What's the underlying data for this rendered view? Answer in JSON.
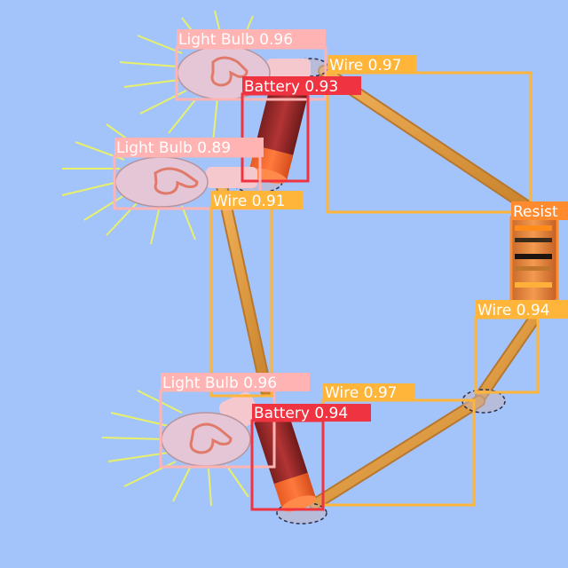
{
  "detections": [
    {
      "id": "bulb-top",
      "label": "Light Bulb 0.96",
      "color": "#ffb3b3"
    },
    {
      "id": "wire-top-right",
      "label": "Wire 0.97",
      "color": "#ffb43a"
    },
    {
      "id": "battery-top",
      "label": "Battery 0.93",
      "color": "#ef3340"
    },
    {
      "id": "bulb-middle",
      "label": "Light Bulb 0.89",
      "color": "#ffb3b3"
    },
    {
      "id": "wire-left",
      "label": "Wire 0.91",
      "color": "#ffb43a"
    },
    {
      "id": "resistor",
      "label": "Resist",
      "color": "#ff8b2e"
    },
    {
      "id": "wire-right",
      "label": "Wire 0.94",
      "color": "#ffb43a"
    },
    {
      "id": "bulb-bottom",
      "label": "Light Bulb 0.96",
      "color": "#ffb3b3"
    },
    {
      "id": "wire-bottom",
      "label": "Wire 0.97",
      "color": "#ffb43a"
    },
    {
      "id": "battery-bottom",
      "label": "Battery 0.94",
      "color": "#ef3340"
    }
  ]
}
